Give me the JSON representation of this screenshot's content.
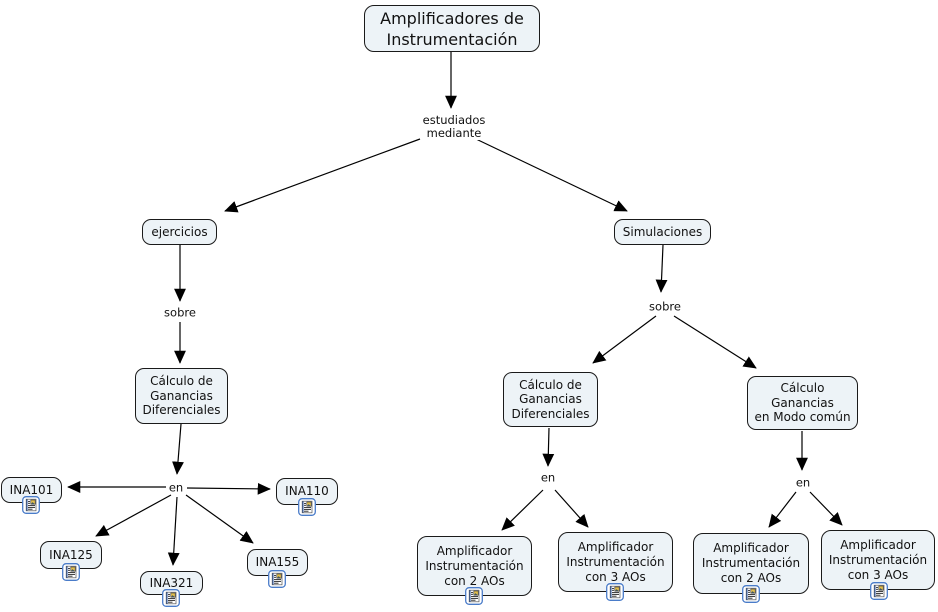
{
  "diagram": {
    "type": "concept-map",
    "background_color": "#ffffff",
    "colors": {
      "node_fill": "#edf3f7",
      "node_border": "#1a1a1a",
      "connector": "#000000",
      "resource_icon_border": "#4a7cc9",
      "resource_icon_thumb": "#e2bf4e"
    },
    "nodes": [
      {
        "id": "root",
        "label": "Amplificadores de\nInstrumentación"
      },
      {
        "id": "ejercicios",
        "label": "ejercicios"
      },
      {
        "id": "simulaciones",
        "label": "Simulaciones"
      },
      {
        "id": "calculo-ganancias-diferenciales-izq",
        "label": "Cálculo de\nGanancias\nDiferenciales"
      },
      {
        "id": "calculo-ganancias-diferenciales-centro",
        "label": "Cálculo de\nGanancias\nDiferenciales"
      },
      {
        "id": "calculo-ganancias-modo-comun",
        "label": "Cálculo\nGanancias\nen Modo común"
      },
      {
        "id": "ina101",
        "label": "INA101",
        "has_resource_icon": true
      },
      {
        "id": "ina110",
        "label": "INA110",
        "has_resource_icon": true
      },
      {
        "id": "ina125",
        "label": "INA125",
        "has_resource_icon": true
      },
      {
        "id": "ina321",
        "label": "INA321",
        "has_resource_icon": true
      },
      {
        "id": "ina155",
        "label": "INA155",
        "has_resource_icon": true
      },
      {
        "id": "amp-instr-2aos-centro",
        "label": "Amplificador\nInstrumentación\ncon 2 AOs",
        "has_resource_icon": true
      },
      {
        "id": "amp-instr-3aos-centro",
        "label": "Amplificador\nInstrumentación\ncon 3 AOs",
        "has_resource_icon": true
      },
      {
        "id": "amp-instr-2aos-der",
        "label": "Amplificador\nInstrumentación\ncon 2 AOs",
        "has_resource_icon": true
      },
      {
        "id": "amp-instr-3aos-der",
        "label": "Amplificador\nInstrumentación\ncon 3 AOs",
        "has_resource_icon": true
      }
    ],
    "link_labels": [
      {
        "id": "estudiados-mediante",
        "label": "estudiados\nmediante"
      },
      {
        "id": "sobre-izq",
        "label": "sobre"
      },
      {
        "id": "sobre-der",
        "label": "sobre"
      },
      {
        "id": "en-izq",
        "label": "en"
      },
      {
        "id": "en-centro",
        "label": "en"
      },
      {
        "id": "en-der",
        "label": "en"
      }
    ]
  }
}
